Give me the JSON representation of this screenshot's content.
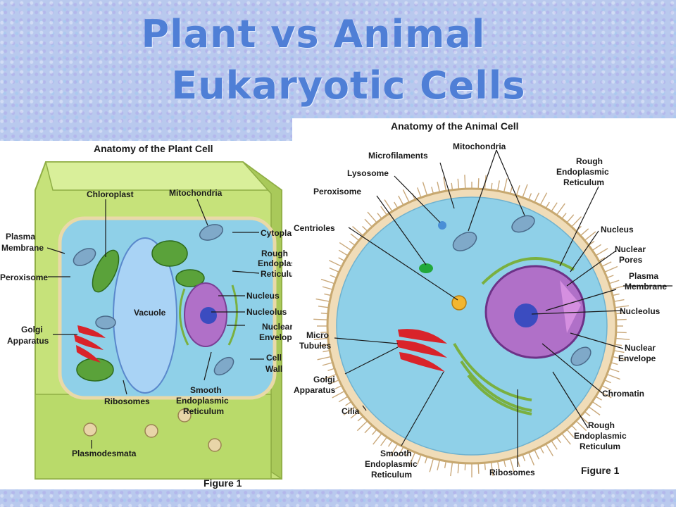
{
  "title": {
    "line1": "Plant vs Animal",
    "line2": "Eukaryotic Cells"
  },
  "plant": {
    "heading": "Anatomy of the Plant Cell",
    "figure": "Figure 1",
    "labels": {
      "chloroplast": "Chloroplast",
      "mitochondria": "Mitochondria",
      "plasma1": "Plasma",
      "plasma2": "Membrane",
      "cytoplasm": "Cytoplas",
      "rough1": "Rough",
      "rough2": "Endoplas",
      "rough3": "Reticulu",
      "peroxisome": "Peroxisome",
      "vacuole": "Vacuole",
      "nucleus": "Nucleus",
      "nucleolus": "Nucleolus",
      "nuclear1": "Nuclear",
      "nuclear2": "Envelop",
      "golgi1": "Golgi",
      "golgi2": "Apparatus",
      "cellwall1": "Cell",
      "cellwall2": "Wall",
      "ribosomes": "Ribosomes",
      "smooth1": "Smooth",
      "smooth2": "Endoplasmic",
      "smooth3": "Reticulum",
      "plasmodesmata": "Plasmodesmata"
    }
  },
  "animal": {
    "heading": "Anatomy of the Animal Cell",
    "figure": "Figure 1",
    "labels": {
      "microfilaments": "Microfilaments",
      "mitochondria": "Mitochondria",
      "rough_top1": "Rough",
      "rough_top2": "Endoplasmic",
      "rough_top3": "Reticulum",
      "lysosome": "Lysosome",
      "peroxisome": "Peroxisome",
      "centrioles": "Centrioles",
      "nucleus": "Nucleus",
      "nuclear_pores1": "Nuclear",
      "nuclear_pores2": "Pores",
      "plasma1": "Plasma",
      "plasma2": "Membrane",
      "nucleolus": "Nucleolus",
      "micro1": "Micro",
      "micro2": "Tubules",
      "nuclear_env1": "Nuclear",
      "nuclear_env2": "Envelope",
      "golgi1": "Golgi",
      "golgi2": "Apparatus",
      "chromatin": "Chromatin",
      "cilia": "Cilia",
      "rough_bot1": "Rough",
      "rough_bot2": "Endoplasmic",
      "rough_bot3": "Reticulum",
      "smooth1": "Smooth",
      "smooth2": "Endoplasmic",
      "smooth3": "Reticulum",
      "ribosomes": "Ribosomes"
    }
  },
  "colors": {
    "title": "#4f7fd6",
    "plant_wall": "#c6e27a",
    "cytoplasm": "#8fd0e8",
    "vacuole": "#a9d3f5",
    "nucleus": "#b070c8",
    "golgi": "#d9232a",
    "chloroplast": "#5aa23a"
  }
}
